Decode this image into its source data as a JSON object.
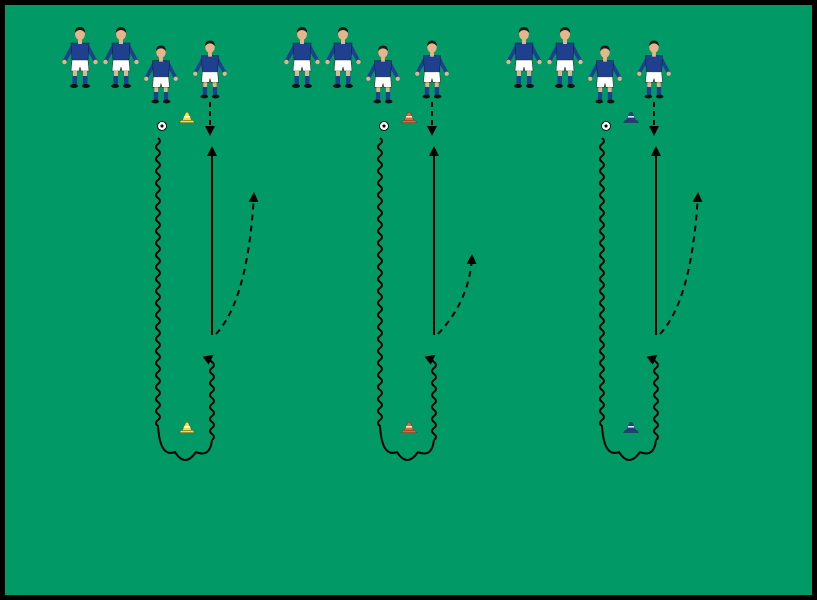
{
  "pitch": {
    "fill_color": "#019966",
    "border_color": "#000000"
  },
  "icons": {
    "player": "player-icon",
    "cone": "cone-icon",
    "ball": "soccer-ball-icon",
    "pass_arrow": "dashed-arrow-icon",
    "dribble_path": "wavy-line-icon",
    "run_arrow": "solid-arrow-icon"
  },
  "colors": {
    "shirt": "#1f3f8f",
    "shorts": "#ffffff",
    "socks": "#1f3f8f",
    "skin": "#e8b48a",
    "hair": "#1a1a1a",
    "line": "#000000"
  },
  "stations": [
    {
      "name": "station-1",
      "cone_color": "#f2e230",
      "cone_stripe": "#ffffff"
    },
    {
      "name": "station-2",
      "cone_color": "#f06428",
      "cone_stripe": "#ffffff"
    },
    {
      "name": "station-3",
      "cone_color": "#1e3f99",
      "cone_stripe": "#ffffff"
    }
  ]
}
